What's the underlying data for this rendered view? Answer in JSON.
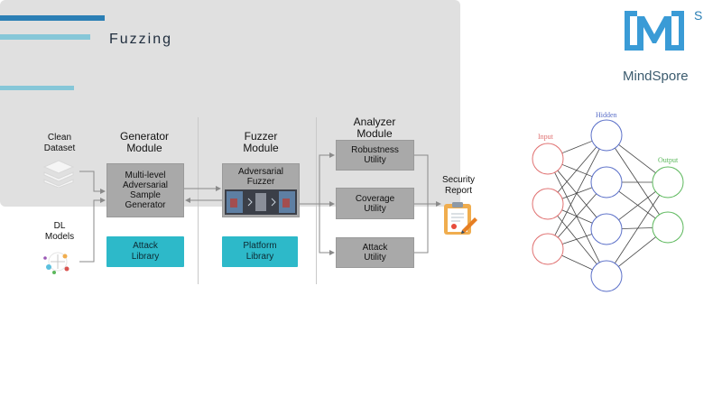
{
  "slide": {
    "title": "Fuzzing",
    "logo_brand": "MindSpore",
    "logo_superscript": "S",
    "accent_colors": {
      "bar_dark": "#2b7fb5",
      "bar_light": "#86c7d8",
      "teal": "#2db9c9",
      "box_gray": "#a9a9a9"
    }
  },
  "diagram": {
    "inputs": [
      {
        "label_lines": [
          "Clean",
          "Dataset"
        ],
        "icon": "dataset-stack-icon"
      },
      {
        "label_lines": [
          "DL",
          "Models"
        ],
        "icon": "dl-models-icon"
      }
    ],
    "generator": {
      "header_lines": [
        "Generator",
        "Module"
      ],
      "box_lines": [
        "Multi-level",
        "Adversarial",
        "Sample",
        "Generator"
      ],
      "library_lines": [
        "Attack",
        "Library"
      ]
    },
    "fuzzer": {
      "header_lines": [
        "Fuzzer",
        "Module"
      ],
      "box_lines": [
        "Adversarial",
        "Fuzzer"
      ],
      "library_lines": [
        "Platform",
        "Library"
      ]
    },
    "analyzer": {
      "header_lines": [
        "Analyzer",
        "Module"
      ],
      "utilities": [
        {
          "lines": [
            "Robustness",
            "Utility"
          ]
        },
        {
          "lines": [
            "Coverage",
            "Utility"
          ]
        },
        {
          "lines": [
            "Attack",
            "Utility"
          ]
        }
      ]
    },
    "output": {
      "label_lines": [
        "Security",
        "Report"
      ],
      "icon": "clipboard-report-icon"
    }
  },
  "neural_net": {
    "layer_labels": [
      "Input",
      "Hidden",
      "Output"
    ],
    "layer_colors": [
      "#e07070",
      "#5a6fc8",
      "#5cb85c"
    ],
    "node_counts": [
      3,
      4,
      2
    ]
  }
}
